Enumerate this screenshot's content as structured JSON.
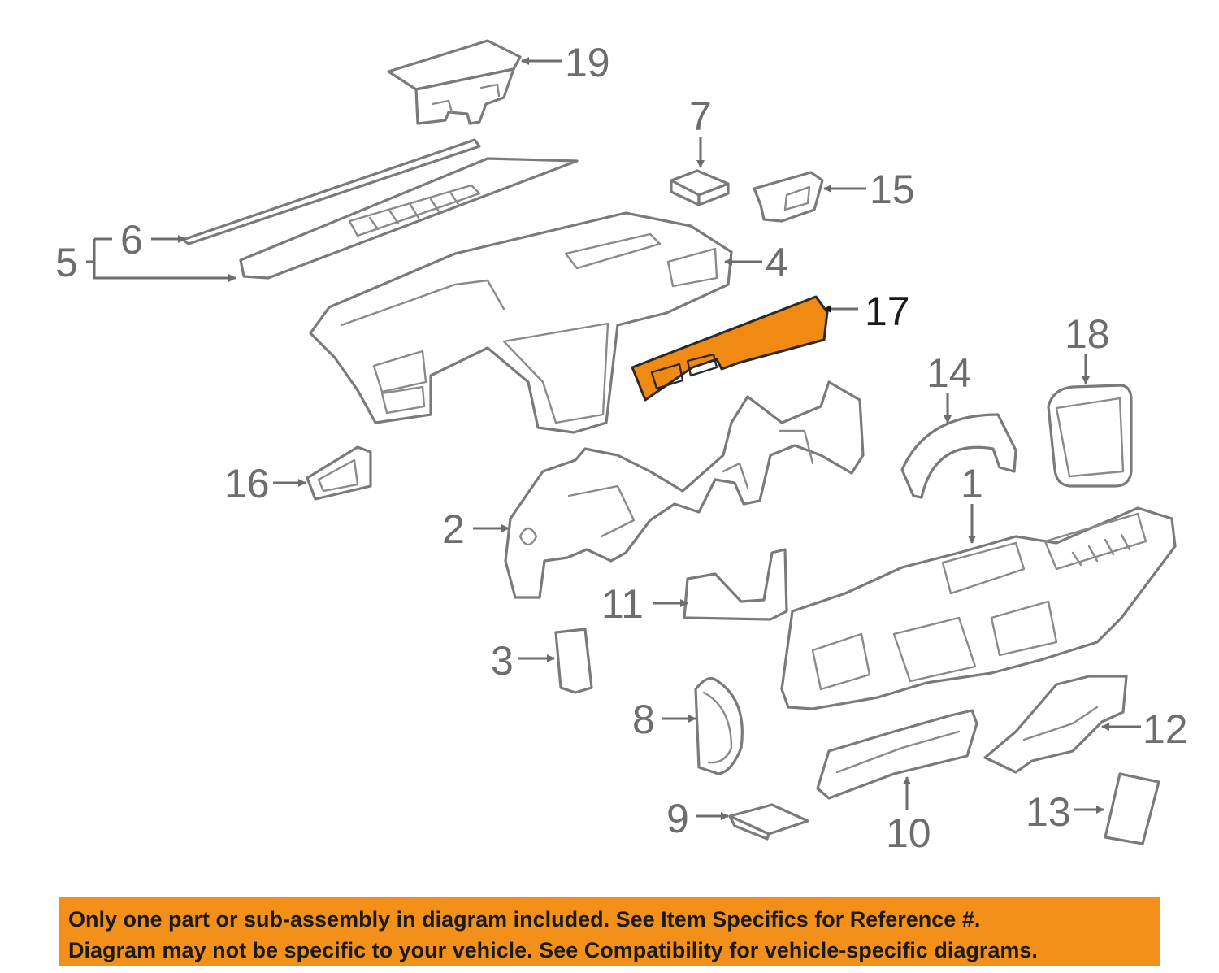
{
  "diagram": {
    "highlight_color": "#f08a12",
    "callouts": {
      "c1": "1",
      "c2": "2",
      "c3": "3",
      "c4": "4",
      "c5": "5",
      "c6": "6",
      "c7": "7",
      "c8": "8",
      "c9": "9",
      "c10": "10",
      "c11": "11",
      "c12": "12",
      "c13": "13",
      "c14": "14",
      "c15": "15",
      "c16": "16",
      "c17": "17",
      "c18": "18",
      "c19": "19"
    }
  },
  "notice": {
    "background": "#f39019",
    "line1": "Only one part or sub-assembly in diagram included. See Item Specifics for Reference #.",
    "line2": "Diagram may not be specific to your vehicle. See Compatibility for vehicle-specific diagrams."
  }
}
